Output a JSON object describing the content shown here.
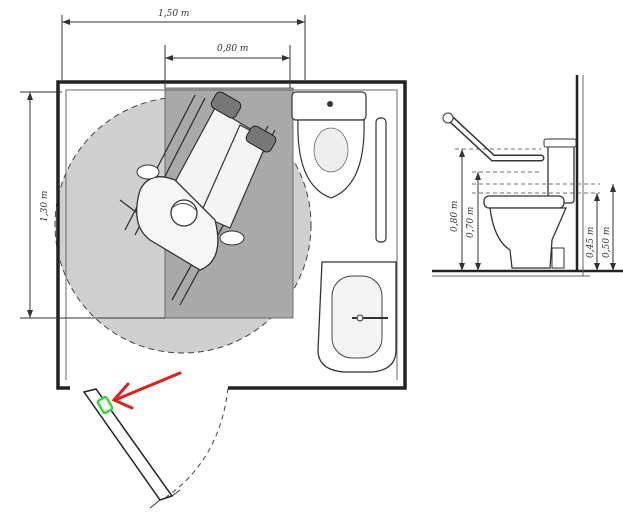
{
  "dimensions": {
    "plan_width_total": "1,50 m",
    "plan_width_transfer": "0,80 m",
    "plan_height": "1,30 m",
    "elev_grab_bar_height": "0,80 m",
    "elev_lower_bar_height": "0,70 m",
    "elev_seat_height": "0,45 m",
    "elev_tank_height": "0,50 m"
  },
  "colors": {
    "turning_circle": "#cfcfcf",
    "transfer_zone": "#a9a9a9",
    "arrow": "#e0201c",
    "door_handle": "#39d43a"
  }
}
